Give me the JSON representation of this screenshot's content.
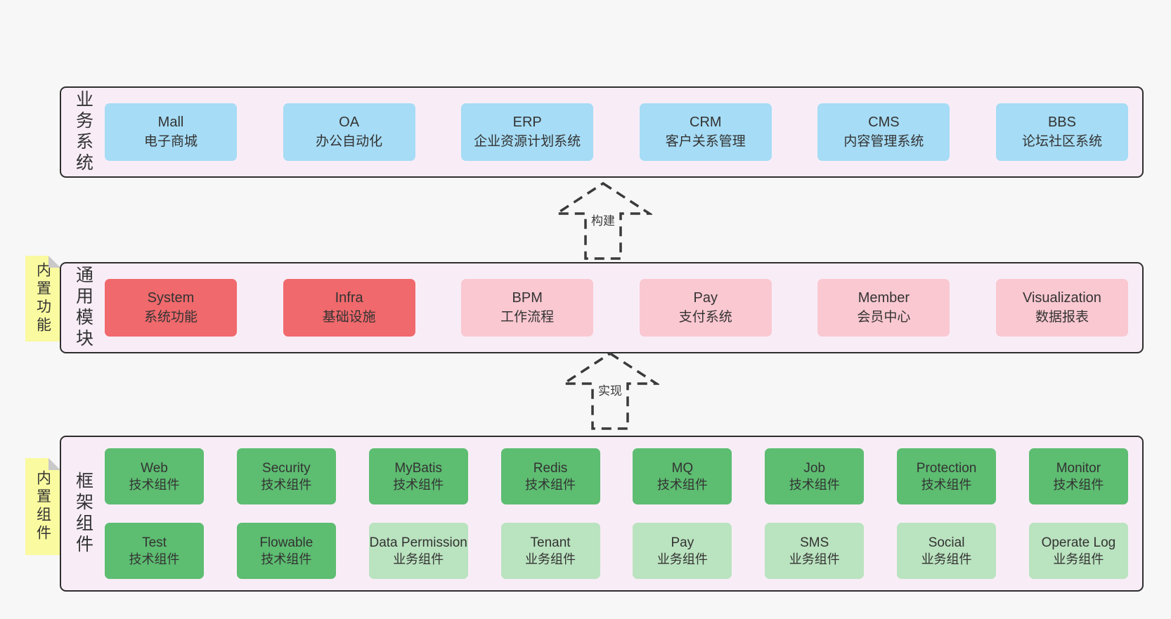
{
  "colors": {
    "page_bg": "#f7f7f7",
    "band_bg": "#f8edf7",
    "band_border": "#2e2e2e",
    "blue_box": "#a6dcf5",
    "red_box": "#f0696c",
    "pink_box": "#fac8d1",
    "green_box": "#5dbd71",
    "light_green_box": "#bae3bf",
    "sticky_yellow": "#fafaa0",
    "sticky_fold": "#c9c9c9",
    "text": "#333333"
  },
  "arrows": {
    "build": "构建",
    "implement": "实现"
  },
  "bands": {
    "business": {
      "label": "业务系统",
      "boxes": [
        {
          "name": "Mall",
          "desc": "电子商城",
          "variant": "blue"
        },
        {
          "name": "OA",
          "desc": "办公自动化",
          "variant": "blue"
        },
        {
          "name": "ERP",
          "desc": "企业资源计划系统",
          "variant": "blue"
        },
        {
          "name": "CRM",
          "desc": "客户关系管理",
          "variant": "blue"
        },
        {
          "name": "CMS",
          "desc": "内容管理系统",
          "variant": "blue"
        },
        {
          "name": "BBS",
          "desc": "论坛社区系统",
          "variant": "blue"
        }
      ]
    },
    "modules": {
      "label": "通用模块",
      "sticky": "内置功能",
      "boxes": [
        {
          "name": "System",
          "desc": "系统功能",
          "variant": "red"
        },
        {
          "name": "Infra",
          "desc": "基础设施",
          "variant": "red"
        },
        {
          "name": "BPM",
          "desc": "工作流程",
          "variant": "pink"
        },
        {
          "name": "Pay",
          "desc": "支付系统",
          "variant": "pink"
        },
        {
          "name": "Member",
          "desc": "会员中心",
          "variant": "pink"
        },
        {
          "name": "Visualization",
          "desc": "数据报表",
          "variant": "pink"
        }
      ]
    },
    "components": {
      "label": "框架组件",
      "sticky": "内置组件",
      "row1": [
        {
          "name": "Web",
          "desc": "技术组件",
          "variant": "green"
        },
        {
          "name": "Security",
          "desc": "技术组件",
          "variant": "green"
        },
        {
          "name": "MyBatis",
          "desc": "技术组件",
          "variant": "green"
        },
        {
          "name": "Redis",
          "desc": "技术组件",
          "variant": "green"
        },
        {
          "name": "MQ",
          "desc": "技术组件",
          "variant": "green"
        },
        {
          "name": "Job",
          "desc": "技术组件",
          "variant": "green"
        },
        {
          "name": "Protection",
          "desc": "技术组件",
          "variant": "green"
        },
        {
          "name": "Monitor",
          "desc": "技术组件",
          "variant": "green"
        }
      ],
      "row2": [
        {
          "name": "Test",
          "desc": "技术组件",
          "variant": "green"
        },
        {
          "name": "Flowable",
          "desc": "技术组件",
          "variant": "green"
        },
        {
          "name": "Data Permission",
          "desc": "业务组件",
          "variant": "lightgreen"
        },
        {
          "name": "Tenant",
          "desc": "业务组件",
          "variant": "lightgreen"
        },
        {
          "name": "Pay",
          "desc": "业务组件",
          "variant": "lightgreen"
        },
        {
          "name": "SMS",
          "desc": "业务组件",
          "variant": "lightgreen"
        },
        {
          "name": "Social",
          "desc": "业务组件",
          "variant": "lightgreen"
        },
        {
          "name": "Operate Log",
          "desc": "业务组件",
          "variant": "lightgreen"
        }
      ]
    }
  }
}
